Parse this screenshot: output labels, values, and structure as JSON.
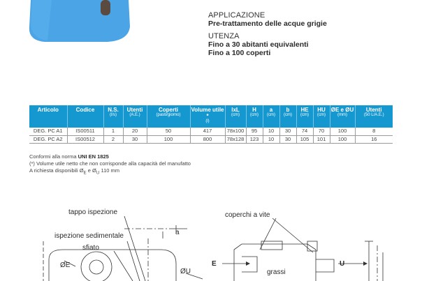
{
  "info": {
    "applicazione_heading": "APPLICAZIONE",
    "applicazione_value": "Pre-trattamento delle acque grigie",
    "utenza_heading": "UTENZA",
    "utenza_line1": "Fino a 30 abitanti equivalenti",
    "utenza_line2": "Fino a 100 coperti"
  },
  "table": {
    "headers": [
      {
        "label": "Articolo",
        "unit": ""
      },
      {
        "label": "Codice",
        "unit": ""
      },
      {
        "label": "N.S.",
        "unit": "(l/s)"
      },
      {
        "label": "Utenti",
        "unit": "(A.E.)"
      },
      {
        "label": "Coperti",
        "unit": "(pasti/giorno)"
      },
      {
        "label": "Volume utile *",
        "unit": "(l)"
      },
      {
        "label": "lxL",
        "unit": "(cm)"
      },
      {
        "label": "H",
        "unit": "(cm)"
      },
      {
        "label": "a",
        "unit": "(cm)"
      },
      {
        "label": "b",
        "unit": "(cm)"
      },
      {
        "label": "HE",
        "unit": "(cm)"
      },
      {
        "label": "HU",
        "unit": "(cm)"
      },
      {
        "label": "ØE e ØU",
        "unit": "(mm)"
      },
      {
        "label": "Utenti",
        "unit": "(50 L/A.E.)"
      }
    ],
    "rows": [
      [
        "DEG. PC A1",
        "IS00511",
        "1",
        "20",
        "50",
        "417",
        "78x100",
        "95",
        "10",
        "30",
        "74",
        "70",
        "100",
        "8"
      ],
      [
        "DEG. PC A2",
        "IS00512",
        "2",
        "30",
        "100",
        "800",
        "78x128",
        "123",
        "10",
        "30",
        "105",
        "101",
        "100",
        "16"
      ]
    ]
  },
  "notes": {
    "line1_prefix": "Conformi alla norma ",
    "line1_bold": "UNI EN 1825",
    "line2": "(*) Volume utile netto che non corrisponde alla capacità del manufatto",
    "line3_prefix": "A richiesta disponibili Ø",
    "line3_sub1": "E",
    "line3_mid": " e Ø",
    "line3_sub2": "U",
    "line3_suffix": " 110 mm"
  },
  "drawing": {
    "label_tappo": "tappo ispezione",
    "label_ispezione": "ispezione sedimentale",
    "label_sfiato": "sfiato",
    "label_a": "a",
    "label_phi_e": "ØE",
    "label_phi_u": "ØU",
    "label_coperchi": "coperchi a vite",
    "label_e": "E",
    "label_u": "U",
    "label_grassi": "grassi"
  },
  "colors": {
    "header_blue": "#1597d0",
    "tank_blue": "#4aa4e6"
  }
}
